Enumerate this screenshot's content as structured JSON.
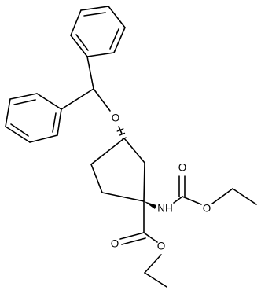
{
  "molecule": {
    "atom_labels": {
      "ether_oxygen": "O",
      "nitrogen_h": "NH",
      "carbamate_carbonyl_oxygen": "O",
      "carbamate_ester_oxygen": "O",
      "ester_carbonyl_oxygen": "O",
      "ester_alkoxy_oxygen": "O"
    }
  }
}
